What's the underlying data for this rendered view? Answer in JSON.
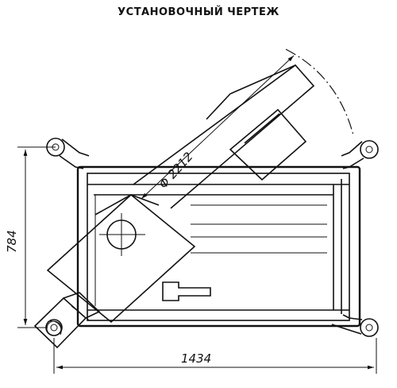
{
  "drawing": {
    "title": "УСТАНОВОЧНЫЙ ЧЕРТЕЖ",
    "dimensions": {
      "width_label": "1434",
      "height_label": "784",
      "diameter_label": "Φ 2212"
    }
  }
}
